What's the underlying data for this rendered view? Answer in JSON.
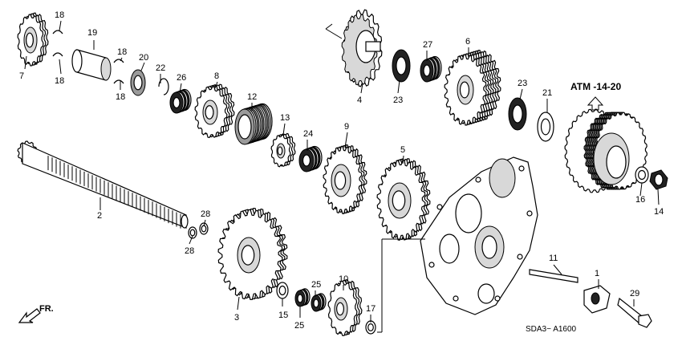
{
  "reference_label": "ATM -14-20",
  "diagram_code": "SDA3− A1600",
  "direction_label": "FR.",
  "callouts": [
    {
      "id": "c7",
      "text": "7"
    },
    {
      "id": "c18a",
      "text": "18"
    },
    {
      "id": "c18b",
      "text": "18"
    },
    {
      "id": "c18c",
      "text": "18"
    },
    {
      "id": "c18d",
      "text": "18"
    },
    {
      "id": "c19",
      "text": "19"
    },
    {
      "id": "c20",
      "text": "20"
    },
    {
      "id": "c22",
      "text": "22"
    },
    {
      "id": "c26",
      "text": "26"
    },
    {
      "id": "c8",
      "text": "8"
    },
    {
      "id": "c12",
      "text": "12"
    },
    {
      "id": "c13",
      "text": "13"
    },
    {
      "id": "c24",
      "text": "24"
    },
    {
      "id": "c9",
      "text": "9"
    },
    {
      "id": "c4",
      "text": "4"
    },
    {
      "id": "c23a",
      "text": "23"
    },
    {
      "id": "c27",
      "text": "27"
    },
    {
      "id": "c6",
      "text": "6"
    },
    {
      "id": "c23b",
      "text": "23"
    },
    {
      "id": "c21",
      "text": "21"
    },
    {
      "id": "c5",
      "text": "5"
    },
    {
      "id": "c2",
      "text": "2"
    },
    {
      "id": "c28a",
      "text": "28"
    },
    {
      "id": "c28b",
      "text": "28"
    },
    {
      "id": "c3",
      "text": "3"
    },
    {
      "id": "c15",
      "text": "15"
    },
    {
      "id": "c25a",
      "text": "25"
    },
    {
      "id": "c25b",
      "text": "25"
    },
    {
      "id": "c10",
      "text": "10"
    },
    {
      "id": "c17",
      "text": "17"
    },
    {
      "id": "c11",
      "text": "11"
    },
    {
      "id": "c1",
      "text": "1"
    },
    {
      "id": "c29",
      "text": "29"
    },
    {
      "id": "c16",
      "text": "16"
    },
    {
      "id": "c14",
      "text": "14"
    }
  ]
}
